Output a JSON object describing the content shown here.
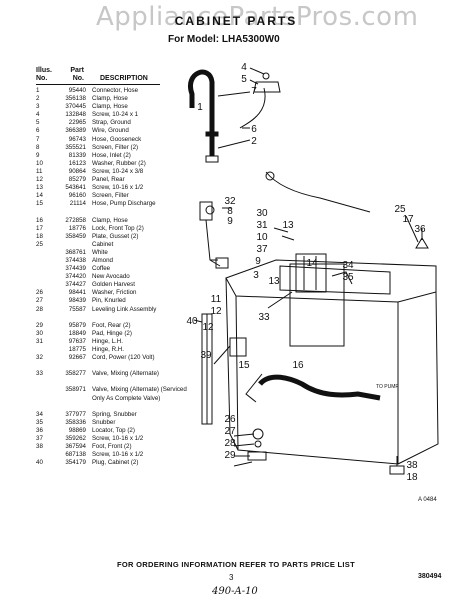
{
  "watermark": "AppliancePartsPros.com",
  "title": "CABINET PARTS",
  "subtitle": "For Model: LHA5300W0",
  "columns": {
    "illus": "Illus.\nNo.",
    "part": "Part\nNo.",
    "desc": "DESCRIPTION"
  },
  "parts": [
    {
      "no": "1",
      "part": "95440",
      "desc": "Connector, Hose"
    },
    {
      "no": "2",
      "part": "356138",
      "desc": "Clamp, Hose"
    },
    {
      "no": "3",
      "part": "370445",
      "desc": "Clamp, Hose"
    },
    {
      "no": "4",
      "part": "132848",
      "desc": "Screw, 10-24 x 1"
    },
    {
      "no": "5",
      "part": "22965",
      "desc": "Strap, Ground"
    },
    {
      "no": "6",
      "part": "366389",
      "desc": "Wire, Ground"
    },
    {
      "no": "7",
      "part": "96743",
      "desc": "Hose, Gooseneck"
    },
    {
      "no": "8",
      "part": "355521",
      "desc": "Screen, Filter (2)"
    },
    {
      "no": "9",
      "part": "81339",
      "desc": "Hose, Inlet (2)"
    },
    {
      "no": "10",
      "part": "16123",
      "desc": "Washer, Rubber (2)"
    },
    {
      "no": "11",
      "part": "90864",
      "desc": "Screw, 10-24 x 3/8"
    },
    {
      "no": "12",
      "part": "85279",
      "desc": "Panel, Rear"
    },
    {
      "no": "13",
      "part": "543641",
      "desc": "Screw, 10-16 x 1/2"
    },
    {
      "no": "14",
      "part": "96160",
      "desc": "Screen, Filter"
    },
    {
      "no": "15",
      "part": "21114",
      "desc": "Hose, Pump Discharge",
      "h": 2
    },
    {
      "no": "16",
      "part": "272858",
      "desc": "Clamp, Hose"
    },
    {
      "no": "17",
      "part": "18776",
      "desc": "Lock, Front Top (2)"
    },
    {
      "no": "18",
      "part": "358459",
      "desc": "Plate, Gusset (2)"
    },
    {
      "no": "25",
      "part": "",
      "desc": "Cabinet"
    },
    {
      "no": "",
      "part": "368761",
      "desc": "White"
    },
    {
      "no": "",
      "part": "374438",
      "desc": "Almond"
    },
    {
      "no": "",
      "part": "374439",
      "desc": "Coffee"
    },
    {
      "no": "",
      "part": "374420",
      "desc": "New Avocado"
    },
    {
      "no": "",
      "part": "374427",
      "desc": "Golden Harvest"
    },
    {
      "no": "26",
      "part": "98441",
      "desc": "Washer, Friction"
    },
    {
      "no": "27",
      "part": "98439",
      "desc": "Pin, Knurled"
    },
    {
      "no": "28",
      "part": "75587",
      "desc": "Leveling Link Assembly",
      "h": 2
    },
    {
      "no": "29",
      "part": "95879",
      "desc": "Foot, Rear (2)"
    },
    {
      "no": "30",
      "part": "18849",
      "desc": "Pad, Hinge (2)"
    },
    {
      "no": "31",
      "part": "97637",
      "desc": "Hinge, L.H."
    },
    {
      "no": "",
      "part": "18775",
      "desc": "Hinge, R.H."
    },
    {
      "no": "32",
      "part": "92667",
      "desc": "Cord, Power (120 Volt)",
      "h": 2
    },
    {
      "no": "33",
      "part": "358277",
      "desc": "Valve, Mixing (Alternate)",
      "h": 2
    },
    {
      "no": "",
      "part": "358971",
      "desc": "Valve, Mixing (Alternate) (Serviced Only As Complete Valve)",
      "h": 3
    },
    {
      "no": "34",
      "part": "377977",
      "desc": "Spring, Snubber"
    },
    {
      "no": "35",
      "part": "358336",
      "desc": "Snubber"
    },
    {
      "no": "36",
      "part": "98869",
      "desc": "Locator, Top (2)"
    },
    {
      "no": "37",
      "part": "359262",
      "desc": "Screw, 10-16 x 1/2"
    },
    {
      "no": "38",
      "part": "367594",
      "desc": "Foot, Front (2)"
    },
    {
      "no": "",
      "part": "687138",
      "desc": "Screw, 10-16 x 1/2"
    },
    {
      "no": "40",
      "part": "354179",
      "desc": "Plug, Cabinet (2)"
    }
  ],
  "callouts": {
    "c1": "1",
    "c2": "2",
    "c3": "3",
    "c4": "4",
    "c5": "5",
    "c6": "6",
    "c7": "7",
    "c8": "8",
    "c9": "9",
    "c10": "10",
    "c11": "11",
    "c12": "12",
    "c13": "13",
    "c14": "14",
    "c15": "15",
    "c16": "16",
    "c17": "17",
    "c18": "18",
    "c25": "25",
    "c26": "26",
    "c27": "27",
    "c28": "28",
    "c29": "29",
    "c30": "30",
    "c31": "31",
    "c32": "32",
    "c33": "33",
    "c34": "34",
    "c35": "35",
    "c36": "36",
    "c37": "37",
    "c38": "38",
    "c39": "39",
    "c40": "40",
    "c13b": "13",
    "c9b": "9",
    "c12b": "12"
  },
  "to_pump": "TO PUMP",
  "figure_code": "A 0484",
  "order_note": "FOR ORDERING INFORMATION REFER TO PARTS PRICE LIST",
  "page_number": "3",
  "doc_number": "380494",
  "handwritten_note": "490-A-10"
}
